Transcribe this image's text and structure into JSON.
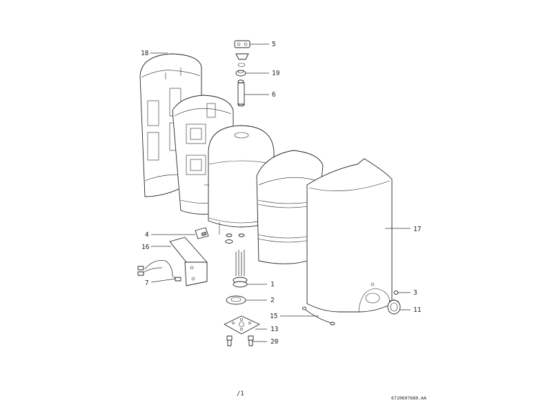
{
  "callouts": {
    "c1": "1",
    "c2": "2",
    "c3": "3",
    "c4": "4",
    "c5": "5",
    "c6": "6",
    "c7": "7",
    "c11": "11",
    "c13": "13",
    "c15": "15",
    "c16": "16",
    "c17": "17",
    "c18": "18",
    "c19": "19",
    "c20": "20"
  },
  "footer": {
    "page_mark": "/1",
    "drawing_code": "6720607680.AA"
  }
}
